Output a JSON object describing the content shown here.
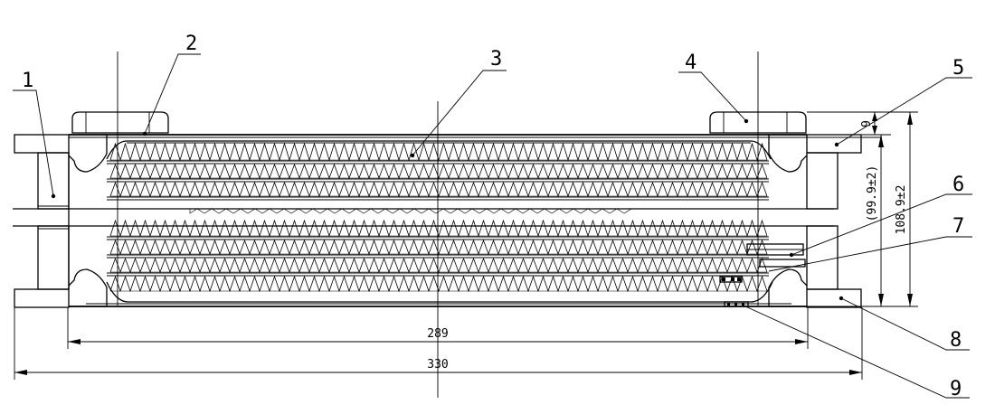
{
  "labels": [
    "1",
    "2",
    "3",
    "4",
    "5",
    "6",
    "7",
    "8",
    "9"
  ],
  "dimensions": {
    "inner_width": "289",
    "outer_width": "330",
    "height_total": "108.9±2",
    "height_inner": "(99.9±2)",
    "gap": "9"
  }
}
